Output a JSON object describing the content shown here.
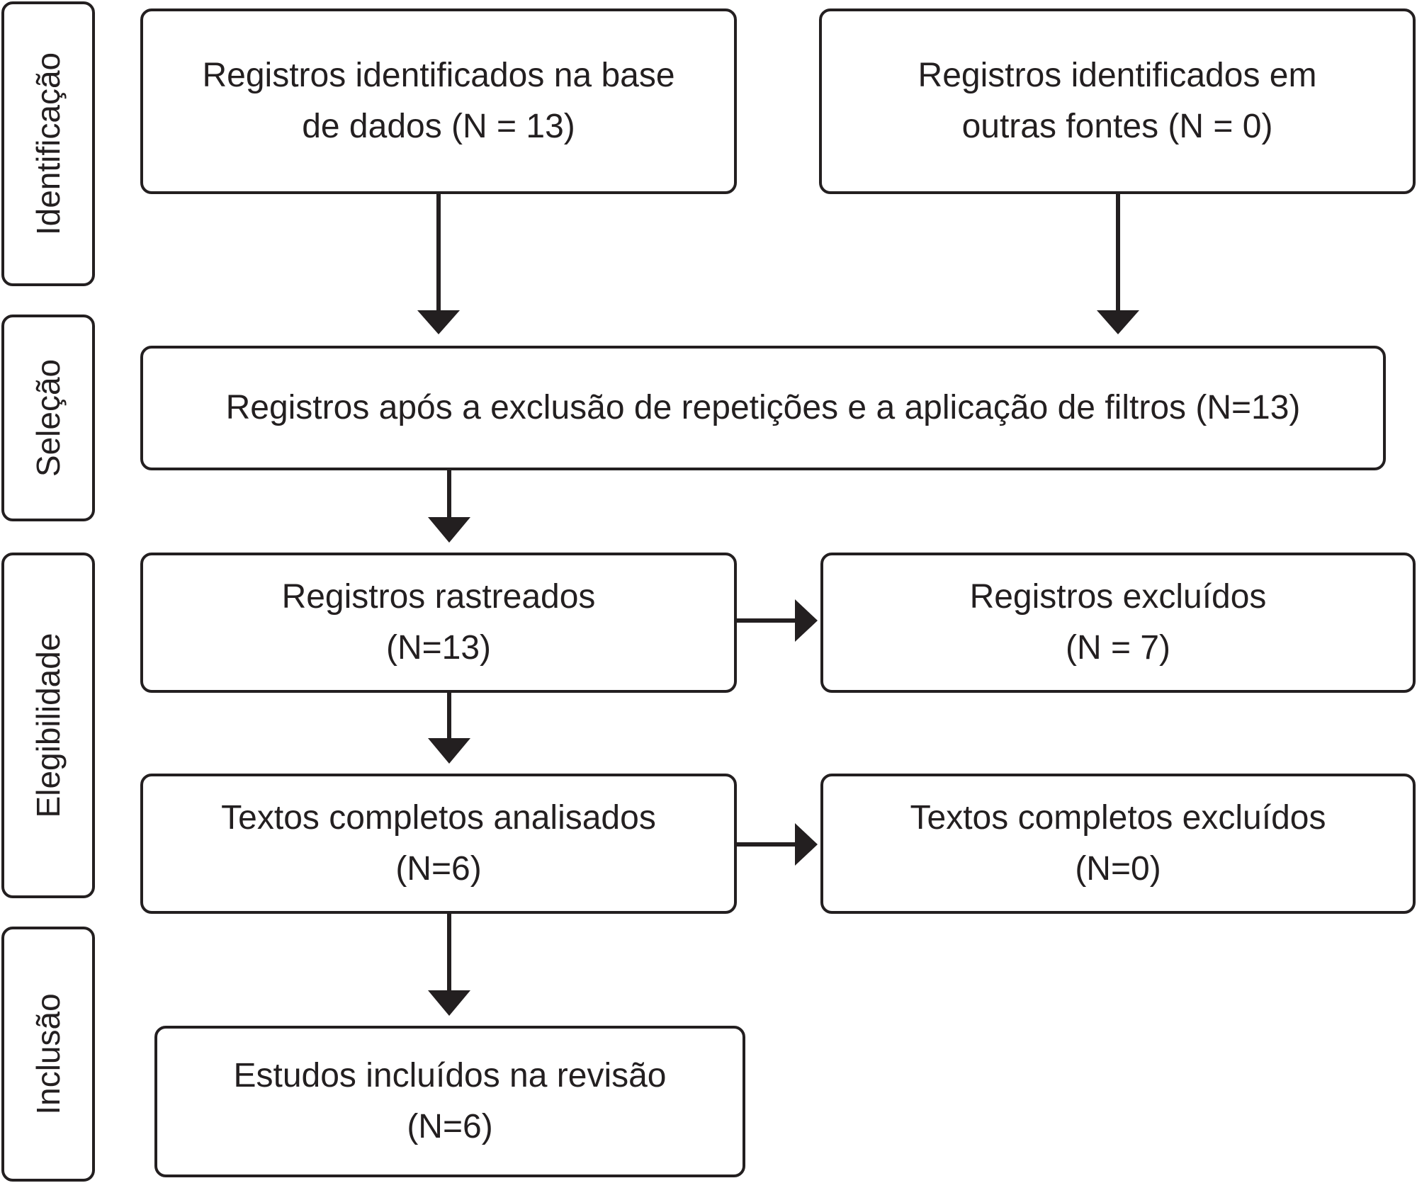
{
  "stages": {
    "identificacao": "Identificação",
    "selecao": "Seleção",
    "elegibilidade": "Elegibilidade",
    "inclusao": "Inclusão"
  },
  "boxes": {
    "database": {
      "line1": "Registros identificados na base",
      "line2": "de dados (N = 13)"
    },
    "other_sources": {
      "line1": "Registros identificados em",
      "line2": "outras fontes (N = 0)"
    },
    "after_dedup": {
      "line1": "Registros após a exclusão de repetições e a aplicação de filtros (N=13)"
    },
    "screened": {
      "line1": "Registros rastreados",
      "line2": "(N=13)"
    },
    "excluded": {
      "line1": "Registros excluídos",
      "line2": "(N = 7)"
    },
    "fulltext_assessed": {
      "line1": "Textos completos analisados",
      "line2": "(N=6)"
    },
    "fulltext_excluded": {
      "line1": "Textos completos excluídos",
      "line2": "(N=0)"
    },
    "included": {
      "line1": "Estudos incluídos na revisão",
      "line2": "(N=6)"
    }
  }
}
